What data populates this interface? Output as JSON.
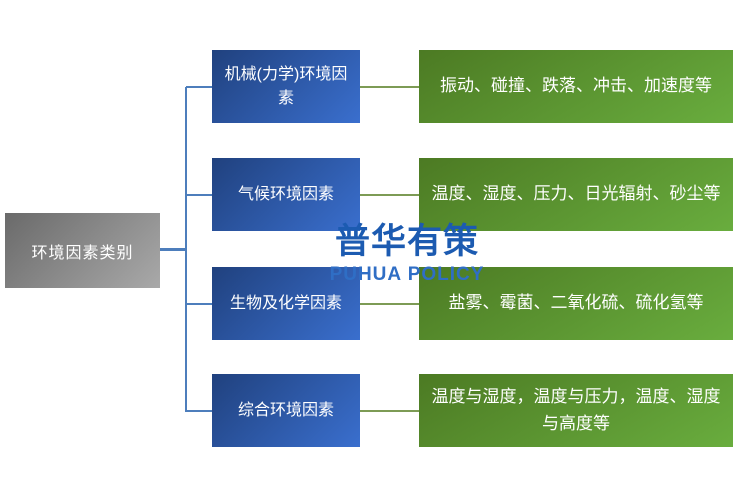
{
  "root": {
    "label": "环境因素类别"
  },
  "branches": [
    {
      "category": "机械(力学)环境因素",
      "detail": "振动、碰撞、跌落、冲击、加速度等"
    },
    {
      "category": "气候环境因素",
      "detail": "温度、湿度、压力、日光辐射、砂尘等"
    },
    {
      "category": "生物及化学因素",
      "detail": "盐雾、霉菌、二氧化硫、硫化氢等"
    },
    {
      "category": "综合环境因素",
      "detail": "温度与湿度，温度与压力，温度、湿度与高度等"
    }
  ],
  "watermark": {
    "cn": "普华有策",
    "en": "PUHUA POLICY"
  },
  "colors": {
    "blue-dark": "#20417e",
    "blue-light": "#3a6fce",
    "green-dark": "#4c7a23",
    "green-light": "#69ad3e",
    "gray-dark": "#6a6a6a",
    "gray-light": "#a9a9a9",
    "line-blue": "#4d7ebc",
    "line-green": "#7d9b55",
    "wm-blue": "#1c5bb1",
    "wm-blue2": "#2f6ec5"
  }
}
